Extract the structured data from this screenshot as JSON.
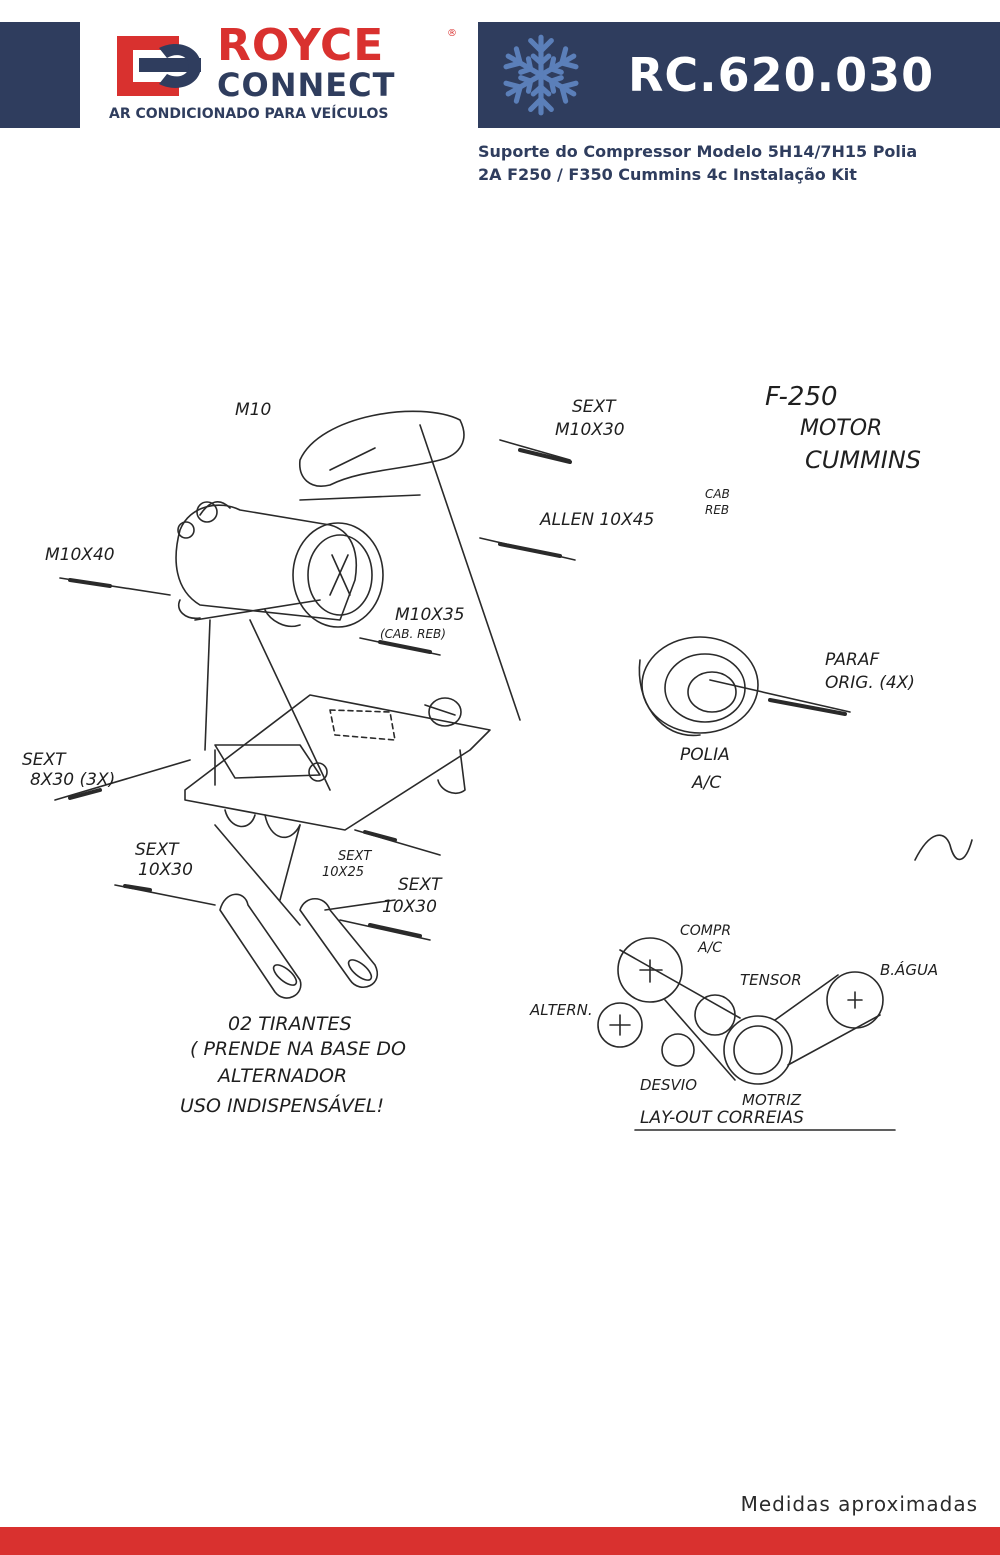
{
  "brand": {
    "name_top": "ROYCE",
    "name_bottom": "CONNECT",
    "tagline": "AR CONDICIONADO PARA VEÍCULOS",
    "registered_mark": "®",
    "logo_icon": "royce-q-logo-icon",
    "colors": {
      "navy": "#2f3d5e",
      "red": "#d9312f",
      "snowflake": "#5b7fb9"
    }
  },
  "product": {
    "code": "RC.620.030",
    "description_line1": "Suporte do Compressor Modelo 5H14/7H15 Polia",
    "description_line2": "2A F250 / F350 Cummins 4c Instalação Kit",
    "icon": "snowflake-icon"
  },
  "drawing": {
    "title_line1": "F-250",
    "title_line2": "MOTOR",
    "title_line3": "CUMMINS",
    "labels": {
      "m10": "M10",
      "sext_m10x30_a": "SEXT",
      "sext_m10x30_b": "M10X30",
      "allen": "ALLEN 10X45",
      "allen_note_a": "CAB",
      "allen_note_b": "REB",
      "m10x40": "M10X40",
      "m10x35": "M10X35",
      "m10x35_note": "(CAB. REB)",
      "sext_8x30_a": "SEXT",
      "sext_8x30_b": "8X30 (3X)",
      "sext_10x30_left_a": "SEXT",
      "sext_10x30_left_b": "10X30",
      "sext_10x25_a": "SEXT",
      "sext_10x25_b": "10X25",
      "sext_10x30_right_a": "SEXT",
      "sext_10x30_right_b": "10X30",
      "paraf_a": "PARAF",
      "paraf_b": "ORIG. (4X)",
      "polia_a": "POLIA",
      "polia_b": "A/C",
      "note_1": "02 TIRANTES",
      "note_2": "( PRENDE NA BASE DO",
      "note_3": "ALTERNADOR",
      "note_4": "USO INDISPENSÁVEL!",
      "compr_a": "COMPR",
      "compr_b": "A/C",
      "tensor": "TENSOR",
      "b_agua": "B.ÁGUA",
      "altern": "ALTERN.",
      "desvio": "DESVIO",
      "motriz": "MOTRIZ",
      "layout_title": "LAY-OUT CORREIAS"
    }
  },
  "footer": {
    "note": "Medidas aproximadas"
  }
}
